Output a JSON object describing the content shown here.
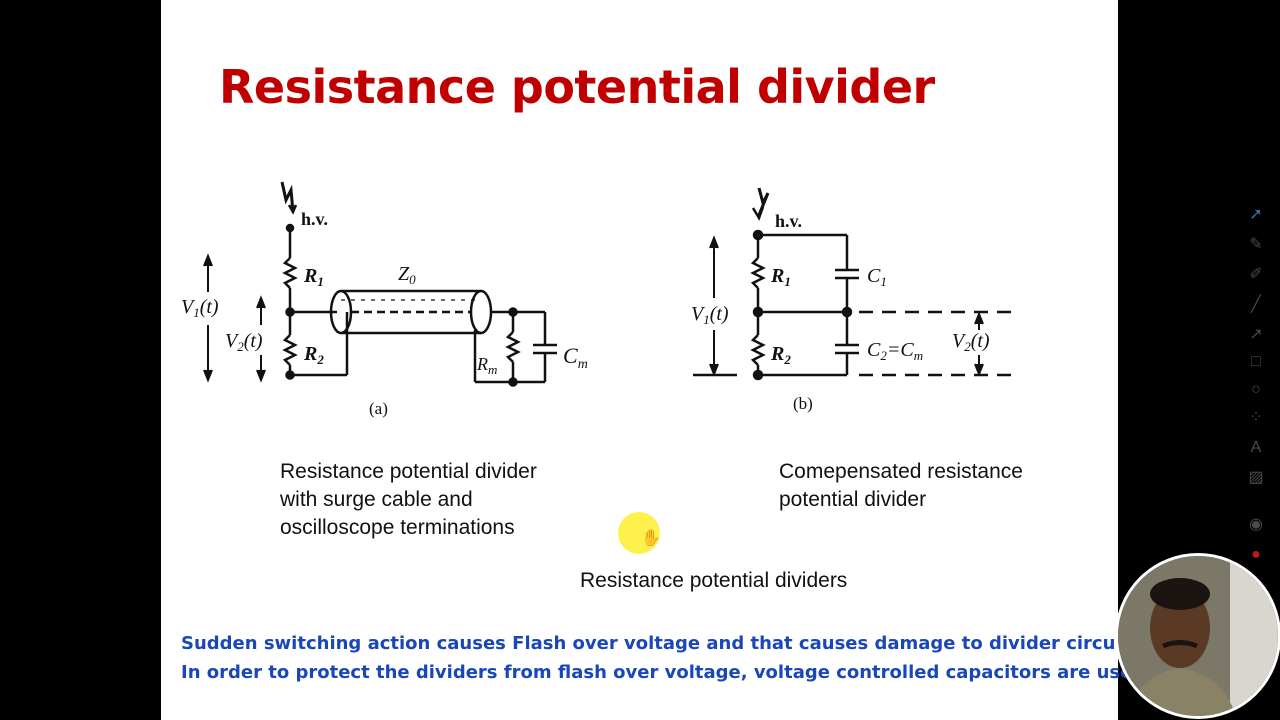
{
  "title": "Resistance potential divider",
  "diagram_a": {
    "label": "(a)",
    "hv": "h.v.",
    "r1": "R",
    "r1_sub": "1",
    "r2": "R",
    "r2_sub": "2",
    "z0": "Z",
    "z0_sub": "0",
    "rm": "R",
    "rm_sub": "m",
    "cm": "C",
    "cm_sub": "m",
    "v1": "V",
    "v1_sub": "1",
    "v1_t": "(t)",
    "v2": "V",
    "v2_sub": "2",
    "v2_t": "(t)",
    "caption": [
      "Resistance potential divider",
      "with surge cable and",
      "oscilloscope terminations"
    ]
  },
  "diagram_b": {
    "label": "(b)",
    "hv": "h.v.",
    "r1": "R",
    "r1_sub": "1",
    "r2": "R",
    "r2_sub": "2",
    "c1": "C",
    "c1_sub": "1",
    "c2": "C",
    "c2_sub": "2",
    "eq": "=",
    "cm": "C",
    "cm_sub": "m",
    "v1": "V",
    "v1_sub": "1",
    "v1_t": "(t)",
    "v2": "V",
    "v2_sub": "2",
    "v2_t": "(t)",
    "caption": [
      "Comepensated resistance",
      "potential divider"
    ]
  },
  "figure_caption": "Resistance potential dividers",
  "notes": [
    "Sudden switching action causes Flash over voltage and that causes damage to divider circuit",
    "In order to protect the dividers from flash over voltage, voltage controlled capacitors are used."
  ],
  "colors": {
    "title": "#c00000",
    "notes": "#1a47b8",
    "cursor_highlight": "#ffef3a"
  },
  "toolbar_icons": [
    "pointer-icon",
    "pen-icon",
    "highlighter-icon",
    "line-icon",
    "arrow-icon",
    "rectangle-icon",
    "ellipse-icon",
    "color-dots-icon",
    "text-icon",
    "eraser-icon",
    "record-icon",
    "red-dot-icon"
  ]
}
